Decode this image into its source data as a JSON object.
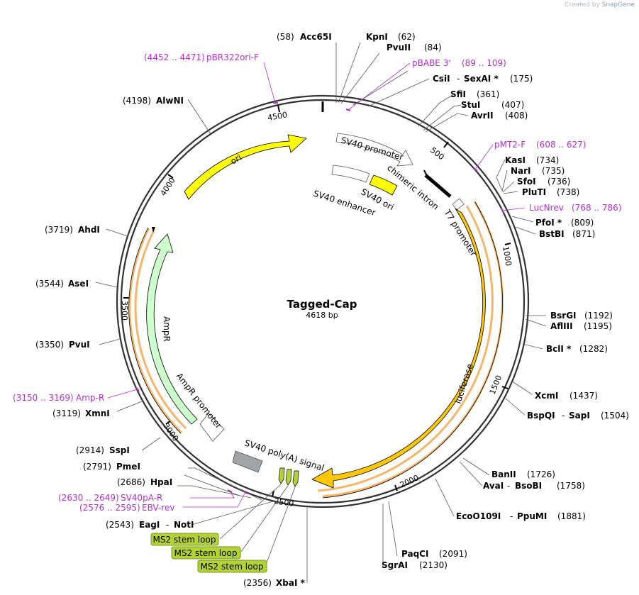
{
  "credit": {
    "prefix": "Created by",
    "brand": "SnapGene"
  },
  "plasmid": {
    "name": "Tagged-Cap",
    "size": "4618 bp",
    "length_bp": 4618
  },
  "ticks": [
    "500",
    "1000",
    "1500",
    "2000",
    "2500",
    "3000",
    "3500",
    "4000",
    "4500"
  ],
  "enzymes": [
    {
      "pos": "(58)",
      "name": "Acc65I"
    },
    {
      "name": "KpnI",
      "pos": "(62)"
    },
    {
      "name": "PvuII",
      "pos": "(84)"
    },
    {
      "name": "CsiI",
      "name2": "SexAI *",
      "pos": "(175)"
    },
    {
      "name": "SfiI",
      "pos": "(361)"
    },
    {
      "name": "StuI",
      "pos": "(407)"
    },
    {
      "name": "AvrII",
      "pos": "(408)"
    },
    {
      "name": "KasI",
      "pos": "(734)"
    },
    {
      "name": "NarI",
      "pos": "(735)"
    },
    {
      "name": "SfoI",
      "pos": "(736)"
    },
    {
      "name": "PluTI",
      "pos": "(738)"
    },
    {
      "name": "PfoI *",
      "pos": "(809)"
    },
    {
      "name": "BstBI",
      "pos": "(871)"
    },
    {
      "name": "BsrGI",
      "pos": "(1192)"
    },
    {
      "name": "AflIII",
      "pos": "(1195)"
    },
    {
      "name": "BclI *",
      "pos": "(1282)"
    },
    {
      "name": "XcmI",
      "pos": "(1437)"
    },
    {
      "name": "BspQI",
      "name2": "SapI",
      "pos": "(1504)"
    },
    {
      "name": "BanII",
      "pos": "(1726)"
    },
    {
      "name": "AvaI",
      "name2": "BsoBI",
      "pos": "(1758)"
    },
    {
      "name": "EcoO109I",
      "name2": "PpuMI",
      "pos": "(1881)"
    },
    {
      "name": "PaqCI",
      "pos": "(2091)"
    },
    {
      "name": "SgrAI",
      "pos": "(2130)"
    },
    {
      "pos": "(2356)",
      "name": "XbaI *"
    },
    {
      "pos": "(2543)",
      "name": "EagI",
      "name2": "NotI"
    },
    {
      "pos": "(2686)",
      "name": "HpaI"
    },
    {
      "pos": "(2791)",
      "name": "PmeI"
    },
    {
      "pos": "(2914)",
      "name": "SspI"
    },
    {
      "pos": "(3119)",
      "name": "XmnI"
    },
    {
      "pos": "(3350)",
      "name": "PvuI"
    },
    {
      "pos": "(3544)",
      "name": "AseI"
    },
    {
      "pos": "(3719)",
      "name": "AhdI"
    },
    {
      "pos": "(4198)",
      "name": "AlwNI"
    }
  ],
  "primers": [
    {
      "range": "(4452 .. 4471)",
      "name": "pBR322ori-F"
    },
    {
      "name": "pBABE 3'",
      "range": "(89 .. 109)"
    },
    {
      "name": "pMT2-F",
      "range": "(608 .. 627)"
    },
    {
      "name": "LucNrev",
      "range": "(768 .. 786)"
    },
    {
      "range": "(3150 .. 3169)",
      "name": "Amp-R"
    },
    {
      "range": "(2630 .. 2649)",
      "name": "SV40pA-R"
    },
    {
      "range": "(2576 .. 2595)",
      "name": "EBV-rev"
    }
  ],
  "features": {
    "ori": "ori",
    "sv40_promoter": "SV40 promoter",
    "chimeric_intron": "chimeric intron",
    "t7_promoter": "T7 promoter",
    "sv40_enhancer": "SV40 enhancer",
    "sv40_ori": "SV40 ori",
    "luciferase": "luciferase",
    "sv40_polya": "SV40 poly(A) signal",
    "ampr": "AmpR",
    "ampr_promoter": "AmpR promoter",
    "ms2": [
      "MS2 stem loop",
      "MS2 stem loop",
      "MS2 stem loop"
    ]
  },
  "colors": {
    "backbone": "#333333",
    "primer": "#b22fd0",
    "ori": "#ffff00",
    "luciferase": "#ffc800",
    "ampr": "#ccffcc",
    "sv40_ori": "#ffff00",
    "polya": "#a0a4a8",
    "ms2": "#b3d235"
  }
}
